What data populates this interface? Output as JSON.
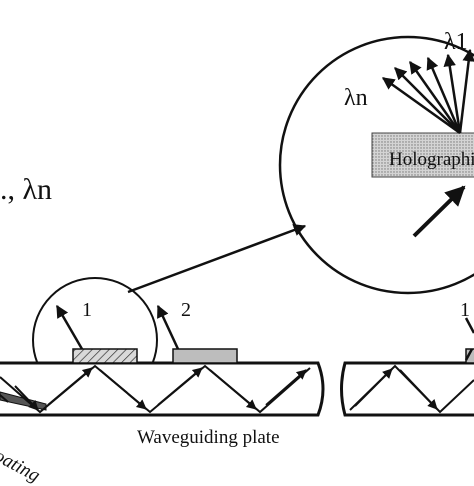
{
  "figure": {
    "lambda_list": "., λn",
    "lambda_1": "λ1",
    "lambda_n": "λn",
    "holographic_label": "Holographi",
    "element_1": "1",
    "element_2": "2",
    "element_right_partial": "1",
    "plate_label": "Waveguiding plate",
    "coating_label": "oating"
  },
  "colors": {
    "ink": "#111111",
    "pad_fill": "#bdbdbd",
    "holo_fill": "#c8c8c8"
  }
}
